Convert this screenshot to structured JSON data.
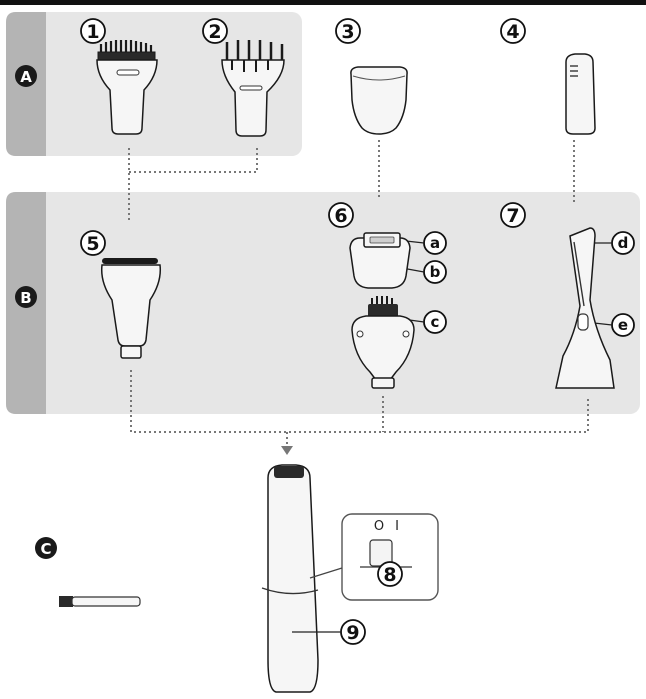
{
  "sections": {
    "a": "A",
    "b": "B",
    "c": "C"
  },
  "parts": {
    "p1": "1",
    "p2": "2",
    "p3": "3",
    "p4": "4",
    "p5": "5",
    "p6": "6",
    "p7": "7",
    "p8": "8",
    "p9": "9"
  },
  "callouts": {
    "a": "a",
    "b": "b",
    "c": "c",
    "d": "d",
    "e": "e"
  },
  "switch_labels": {
    "off": "O",
    "on": "I"
  },
  "colors": {
    "panel": "#e6e6e6",
    "tab": "#b4b4b4",
    "section_badge": "#1a1a1a",
    "top_bar": "#111111"
  }
}
